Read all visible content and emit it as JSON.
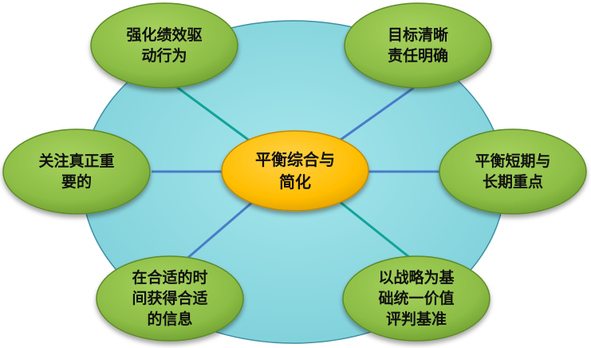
{
  "center": {
    "label": "平衡综合与\n简化",
    "fill": "#FFC000",
    "stroke": "#C08A00"
  },
  "outer_nodes": [
    {
      "id": "top-left",
      "label": "强化绩效驱\n动行为"
    },
    {
      "id": "top-right",
      "label": "目标清晰\n责任明确"
    },
    {
      "id": "mid-left",
      "label": "关注真正重\n要的"
    },
    {
      "id": "mid-right",
      "label": "平衡短期与\n长期重点"
    },
    {
      "id": "bottom-left",
      "label": "在合适的时\n间获得合适\n的信息"
    },
    {
      "id": "bottom-right",
      "label": "以战略为基\n础统一价值\n评判基准"
    }
  ],
  "colors": {
    "background_circle": "#8EDBE3",
    "background_circle_stroke": "#3F8FA3",
    "node_fill": "#92C24A",
    "node_stroke": "#5E8A2A",
    "connector_teal": "#12A39A",
    "connector_blue": "#4A7CC8"
  }
}
